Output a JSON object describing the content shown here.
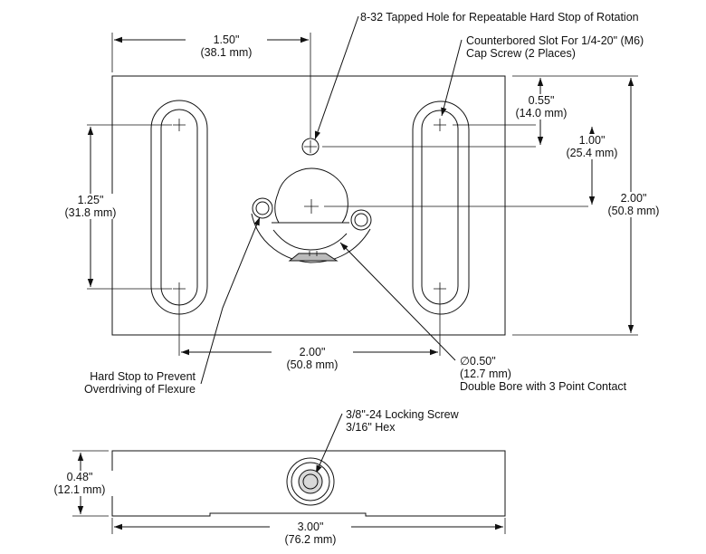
{
  "dimensions": {
    "top_width": {
      "inch": "1.50\"",
      "mm": "(38.1 mm)"
    },
    "slot_offset": {
      "inch": "0.55\"",
      "mm": "(14.0 mm)"
    },
    "hole_to_center": {
      "inch": "1.00\"",
      "mm": "(25.4 mm)"
    },
    "overall_height": {
      "inch": "2.00\"",
      "mm": "(50.8 mm)"
    },
    "slot_spacing": {
      "inch": "1.25\"",
      "mm": "(31.8 mm)"
    },
    "slot_pitch": {
      "inch": "2.00\"",
      "mm": "(50.8 mm)"
    },
    "thickness": {
      "inch": "0.48\"",
      "mm": "(12.1 mm)"
    },
    "overall_width": {
      "inch": "3.00\"",
      "mm": "(76.2 mm)"
    }
  },
  "callouts": {
    "tapped_hole": "8-32 Tapped Hole for Repeatable Hard Stop of Rotation",
    "slot_line1": "Counterbored Slot For 1/4-20\" (M6)",
    "slot_line2": "Cap Screw (2 Places)",
    "hard_stop_line1": "Hard Stop to Prevent",
    "hard_stop_line2": "Overdriving of Flexure",
    "bore_line1": "∅0.50\"",
    "bore_line2": "(12.7 mm)",
    "bore_line3": "Double Bore with 3 Point Contact",
    "locking_line1": "3/8\"-24 Locking Screw",
    "locking_line2": "3/16\" Hex"
  }
}
